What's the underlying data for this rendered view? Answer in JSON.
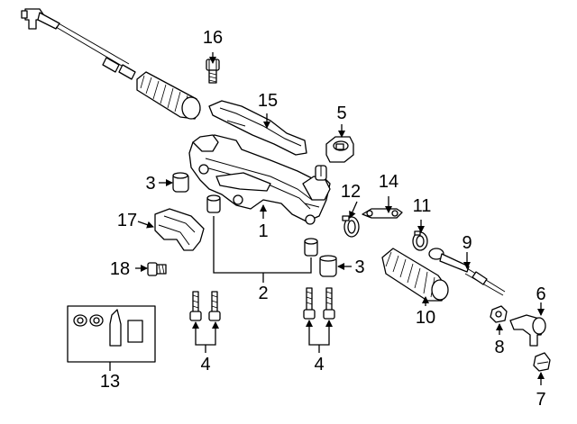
{
  "diagram": {
    "callouts": {
      "c1": "1",
      "c2": "2",
      "c3a": "3",
      "c3b": "3",
      "c4a": "4",
      "c4b": "4",
      "c5": "5",
      "c6": "6",
      "c7": "7",
      "c8": "8",
      "c9": "9",
      "c10": "10",
      "c11": "11",
      "c12": "12",
      "c13": "13",
      "c14": "14",
      "c15": "15",
      "c16": "16",
      "c17": "17",
      "c18": "18"
    }
  }
}
